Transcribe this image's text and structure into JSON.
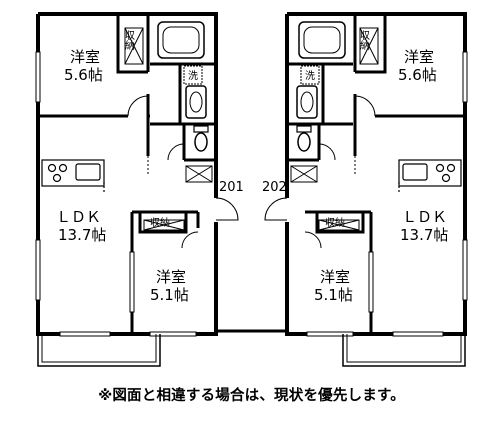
{
  "unit_left": {
    "number": "201",
    "western_room_top": {
      "name": "洋室",
      "size": "5.6帖"
    },
    "storage_top": "収納",
    "washroom": "洗",
    "ldk": {
      "name": "ＬＤＫ",
      "size": "13.7帖"
    },
    "storage_mid": "収納",
    "western_room_bottom": {
      "name": "洋室",
      "size": "5.1帖"
    }
  },
  "unit_right": {
    "number": "202",
    "western_room_top": {
      "name": "洋室",
      "size": "5.6帖"
    },
    "storage_top": "収納",
    "washroom": "洗",
    "ldk": {
      "name": "ＬＤＫ",
      "size": "13.7帖"
    },
    "storage_mid": "収納",
    "western_room_bottom": {
      "name": "洋室",
      "size": "5.1帖"
    }
  },
  "disclaimer": "※図面と相違する場合は、現状を優先します。"
}
